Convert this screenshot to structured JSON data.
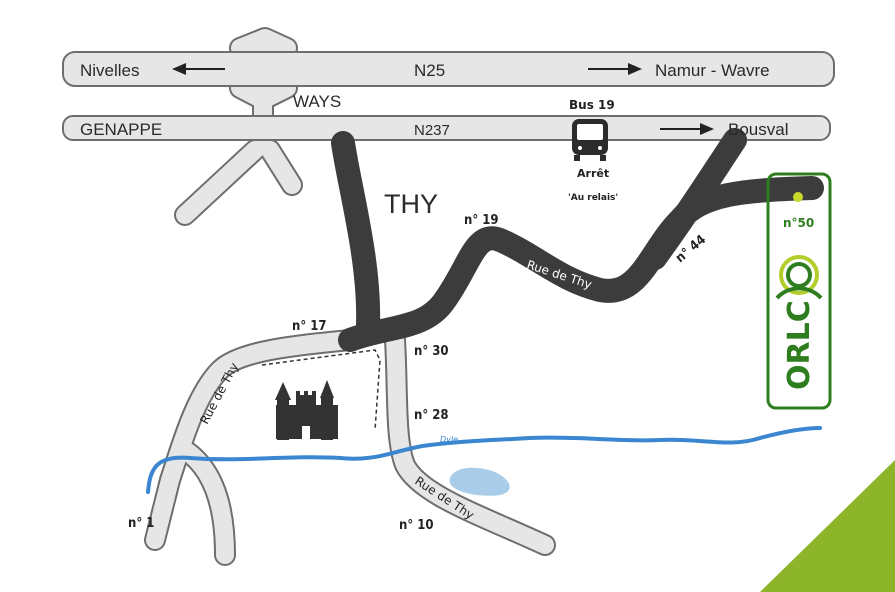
{
  "roads": {
    "n25": {
      "left": "Nivelles",
      "center": "N25",
      "right": "Namur - Wavre"
    },
    "n237": {
      "left": "GENAPPE",
      "center": "N237",
      "right": "Bousval"
    }
  },
  "places": {
    "ways": "WAYS",
    "thy": "THY"
  },
  "bus": {
    "line": "Bus 19",
    "stop": "Arrêt",
    "stop_name": "'Au relais'"
  },
  "streets": {
    "rue_de_thy": "Rue de Thy"
  },
  "river": "Dyle",
  "house_numbers": {
    "n1": "n° 1",
    "n10": "n° 10",
    "n17": "n° 17",
    "n19": "n° 19",
    "n28": "n° 28",
    "n30": "n° 30",
    "n44": "n° 44",
    "n50": "n°50"
  },
  "logo": {
    "text": "ORLC",
    "color": "#2e7d1e",
    "accent": "#b5cd2a"
  },
  "colors": {
    "road": "#e6e6e6",
    "road_outline": "#6e6e6e",
    "route_dark": "#3c3c3c",
    "river": "#3a86d0",
    "pond": "#a9cde8",
    "corner": "#8db52a"
  },
  "icons": [
    "bus-icon",
    "castle-icon",
    "arrow-left-icon",
    "arrow-right-icon",
    "destination-dot-icon"
  ]
}
